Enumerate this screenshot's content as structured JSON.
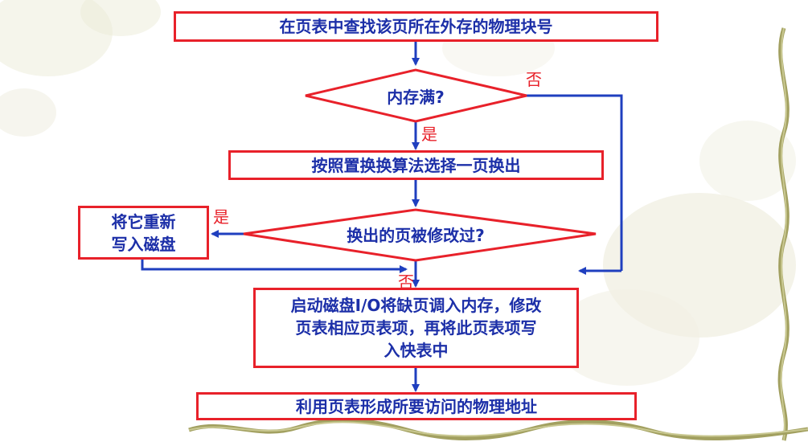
{
  "nodes": {
    "lookup_block": "在页表中查找该页所在外存的物理块号",
    "memory_full": "内存满?",
    "select_page_out": "按照置换换算法选择一页换出",
    "page_modified": "换出的页被修改过?",
    "write_disk_line1": "将它重新",
    "write_disk_line2": "写入磁盘",
    "start_io_line1": "启动磁盘I/O将缺页调入内存，修改",
    "start_io_line2": "页表相应页表项，再将此页表项写",
    "start_io_line3": "入快表中",
    "form_address": "利用页表形成所要访问的物理地址"
  },
  "edge_labels": {
    "full_no": "否",
    "full_yes": "是",
    "modified_yes": "是",
    "modified_no": "否"
  },
  "colors": {
    "box_border": "#e8212a",
    "text": "#1c2fa8",
    "arrow": "#1f3fbf",
    "label": "#e8212a"
  }
}
